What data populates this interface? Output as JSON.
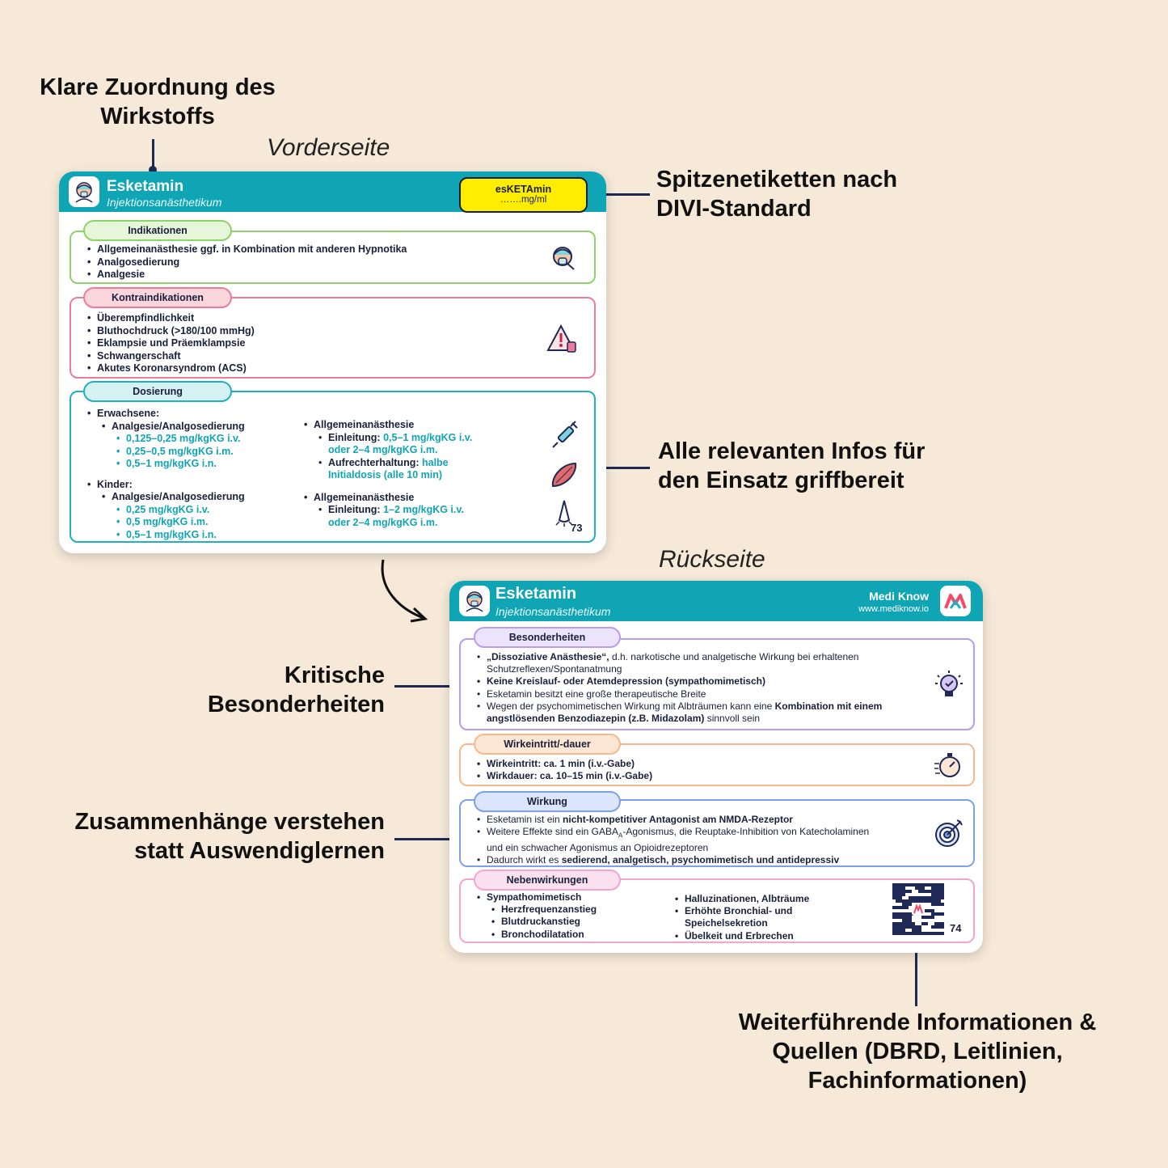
{
  "callouts": {
    "c1": "Klare Zuordnung des Wirkstoffs",
    "c2": "Spitzenetiketten nach DIVI-Standard",
    "c3": "Alle relevanten Infos für den Einsatz griffbereit",
    "c4": "Kritische Besonderheiten",
    "c5": "Zusammenhänge verstehen statt Auswendiglernen",
    "c6": "Weiterführende Informationen & Quellen (DBRD, Leitlinien, Fachinformationen)"
  },
  "labels": {
    "front": "Vorderseite",
    "back": "Rückseite"
  },
  "front": {
    "title": "Esketamin",
    "subtitle": "Injektionsanästhetikum",
    "tag": {
      "name": "esKETAmin",
      "unit": "…….mg/ml"
    },
    "indikationen": {
      "label": "Indikationen",
      "items": [
        "Allgemeinanästhesie ggf. in Kombination mit anderen Hypnotika",
        "Analgosedierung",
        "Analgesie"
      ]
    },
    "kontra": {
      "label": "Kontraindikationen",
      "items": [
        "Überempfindlichkeit",
        "Bluthochdruck (>180/100 mmHg)",
        "Eklampsie und Präemklampsie",
        "Schwangerschaft",
        "Akutes Koronarsyndrom (ACS)"
      ]
    },
    "dosierung": {
      "label": "Dosierung",
      "adults": "Erwachsene:",
      "adults_sub": "Analgesie/Analgosedierung",
      "adults_doses": [
        "0,125–0,25 mg/kgKG i.v.",
        "0,25–0,5 mg/kgKG i.m.",
        "0,5–1 mg/kgKG i.n."
      ],
      "children": "Kinder:",
      "children_sub": "Analgesie/Analgosedierung",
      "children_doses": [
        "0,25 mg/kgKG i.v.",
        "0,5 mg/kgKG i.m.",
        "0,5–1 mg/kgKG i.n."
      ],
      "ga1": "Allgemeinanästhesie",
      "ga1_ein_label": "Einleitung:",
      "ga1_ein_val": "0,5–1 mg/kgKG i.v.",
      "ga1_ein_val2": "oder 2–4 mg/kgKG i.m.",
      "ga1_auf_label": "Aufrechterhaltung:",
      "ga1_auf_val": "halbe",
      "ga1_auf_val2": "Initialdosis (alle 10 min)",
      "ga2": "Allgemeinanästhesie",
      "ga2_ein_label": "Einleitung:",
      "ga2_ein_val": "1–2 mg/kgKG i.v.",
      "ga2_ein_val2": "oder 2–4 mg/kgKG i.m."
    },
    "page": "73"
  },
  "back": {
    "title": "Esketamin",
    "subtitle": "Injektionsanästhetikum",
    "brand": "Medi Know",
    "url": "www.mediknow.io",
    "besonderheiten": {
      "label": "Besonderheiten",
      "l1b": "„Dissoziative Anästhesie“,",
      "l1": " d.h. narkotische und analgetische Wirkung bei erhaltenen",
      "l1c": "Schutzreflexen/Spontanatmung",
      "l2": "Keine Kreislauf- oder Atemdepression (sympathomimetisch)",
      "l3": "Esketamin besitzt eine große therapeutische Breite",
      "l4": "Wegen der psychomimetischen Wirkung mit Albträumen kann eine ",
      "l4b": "Kombination mit einem",
      "l4cb": "angstlösenden Benzodiazepin (z.B. Midazolam)",
      "l4c": " sinnvoll sein"
    },
    "wirkeintritt": {
      "label": "Wirkeintritt/-dauer",
      "items": [
        "Wirkeintritt: ca. 1 min (i.v.-Gabe)",
        "Wirkdauer: ca. 10–15 min (i.v.-Gabe)"
      ]
    },
    "wirkung": {
      "label": "Wirkung",
      "l1": "Esketamin ist ein ",
      "l1b": "nicht-kompetitiver Antagonist am NMDA-Rezeptor",
      "l2a": "Weitere Effekte sind ein GABA",
      "l2sub": "A",
      "l2b": "-Agonismus, die Reuptake-Inhibition von Katecholaminen",
      "l2c": "und ein schwacher Agonismus an Opioidrezeptoren",
      "l3": "Dadurch wirkt es ",
      "l3b": "sedierend, analgetisch, psychomimetisch und antidepressiv"
    },
    "nebenwirkungen": {
      "label": "Nebenwirkungen",
      "col1": "Sympathomimetisch",
      "col1_items": [
        "Herzfrequenzanstieg",
        "Blutdruckanstieg",
        "Bronchodilatation"
      ],
      "col2": [
        "Halluzinationen, Albträume",
        "Erhöhte Bronchial- und",
        "Speichelsekretion",
        "Übelkeit und Erbrechen"
      ]
    },
    "page": "74"
  },
  "colors": {
    "teal": "#10a5b4",
    "green": "#8fd16a",
    "pink": "#ee7c98",
    "cyan": "#1fb0c2",
    "purple": "#b79cf0",
    "orange": "#f4b98e",
    "blue": "#7fa0e8",
    "rose": "#f2a6cf",
    "tag": "#ffed00",
    "navy": "#1e2a55"
  }
}
